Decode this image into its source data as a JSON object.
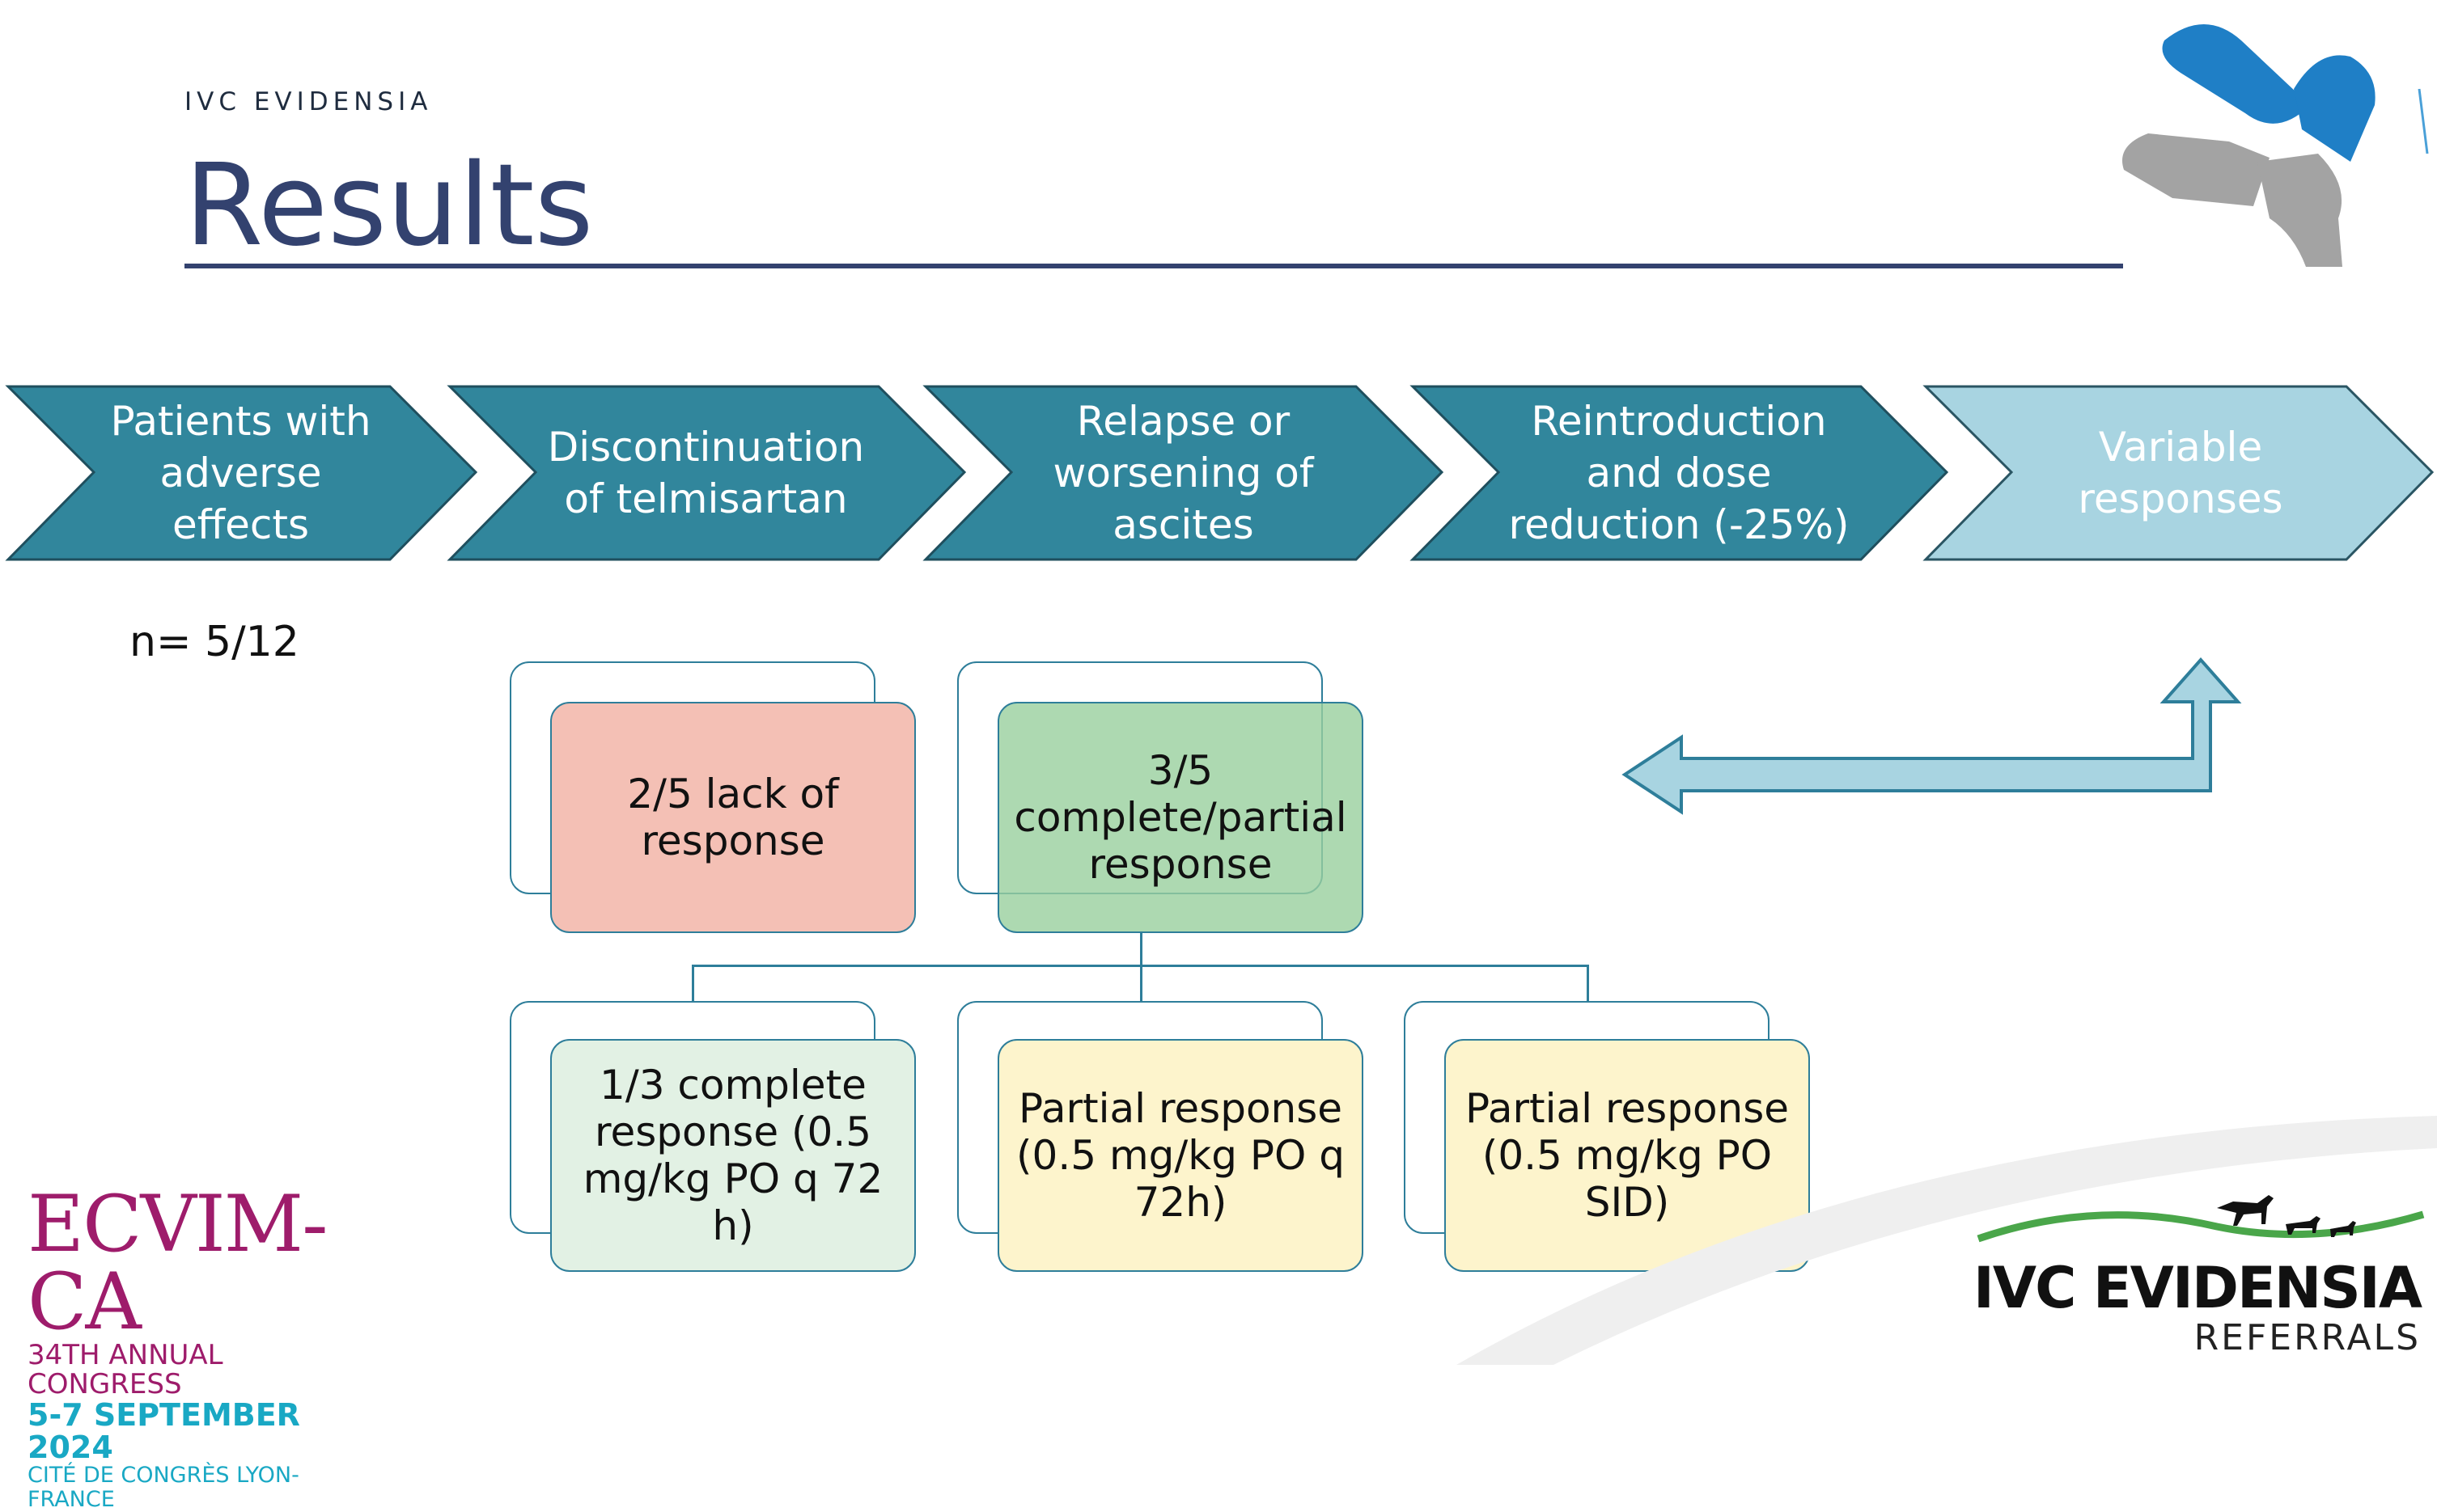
{
  "header": {
    "brand": "IVC EVIDENSIA",
    "title": "Results"
  },
  "process_steps": [
    {
      "label": "Patients with adverse effects",
      "lines": [
        "Patients with",
        "adverse",
        "effects"
      ]
    },
    {
      "label": "Discontinuation of telmisartan",
      "lines": [
        "Discontinuation",
        "of telmisartan"
      ]
    },
    {
      "label": "Relapse or worsening of ascites",
      "lines": [
        "Relapse or",
        "worsening of",
        "ascites"
      ]
    },
    {
      "label": "Reintroduction and dose reduction (-25%)",
      "lines": [
        "Reintroduction",
        "and dose",
        "reduction (-25%)"
      ]
    },
    {
      "label": "Variable responses",
      "lines": [
        "Variable",
        "responses"
      ]
    }
  ],
  "sample": {
    "n_label": "n= 5/12"
  },
  "outcomes": {
    "lack": "2/5 lack of response",
    "complete_partial": "3/5 complete/partial response"
  },
  "sub_outcomes": [
    "1/3 complete response (0.5 mg/kg PO q 72 h)",
    "Partial response (0.5 mg/kg PO q 72h)",
    "Partial response (0.5 mg/kg PO SID)"
  ],
  "footer": {
    "ecvim_title": "ECVIM-CA",
    "ecvim_congress": "34TH ANNUAL CONGRESS",
    "ecvim_dates": "5-7 SEPTEMBER 2024",
    "ecvim_venue": "CITÉ DE CONGRÈS LYON-FRANCE",
    "ivc_logo_main": "IVC EVIDENSIA",
    "ivc_logo_sub": "REFERRALS"
  },
  "colors": {
    "chevron_dark": "#31869c",
    "chevron_light": "#a8d4e1",
    "title_navy": "#33426f",
    "lack_fill": "#f4c0b5",
    "complete_fill": "#acd8b0",
    "light_green_fill": "#e2f1e4",
    "yellow_fill": "#fdf4cc",
    "connector": "#2e7e9a"
  },
  "icons": [
    "ivc-top-logo-icon",
    "double-arrow-icon",
    "animals-silhouette-icon"
  ]
}
